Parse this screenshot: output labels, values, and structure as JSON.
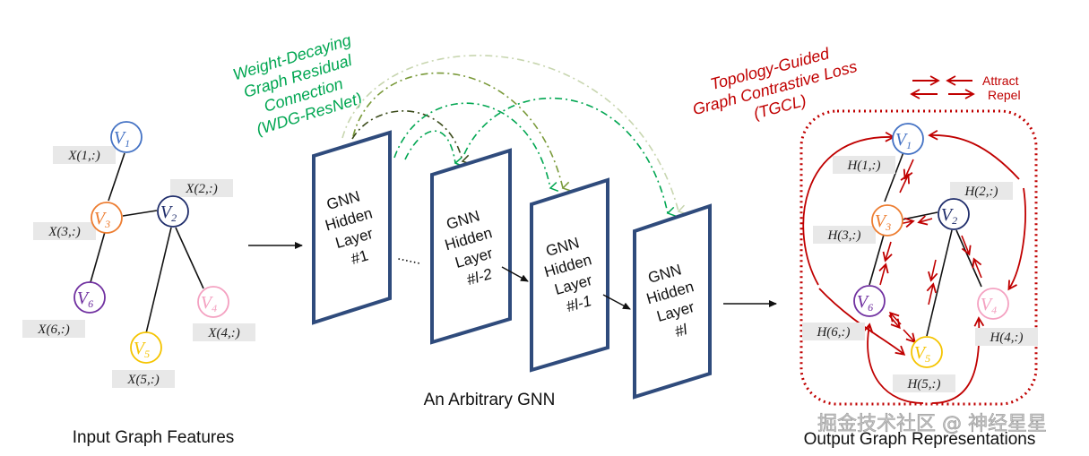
{
  "colors": {
    "v1": "#4472c4",
    "v2": "#1f2d6b",
    "v3": "#ed7d31",
    "v4": "#f4a1c1",
    "v5": "#f5c400",
    "v6": "#7030a0",
    "layer_border": "#2f4b7c",
    "residual_green": "#00a651",
    "residual_olive": "#7a9a3a",
    "residual_dark": "#3a4a1a",
    "residual_light": "#c8d6b0",
    "tgcl_red": "#c00000",
    "feature_box": "#e8e8e8"
  },
  "input_graph": {
    "caption": "Input Graph Features",
    "nodes": [
      {
        "id": "V1",
        "base": "V",
        "sub": "1",
        "feature": "X(1,:)"
      },
      {
        "id": "V2",
        "base": "V",
        "sub": "2",
        "feature": "X(2,:)"
      },
      {
        "id": "V3",
        "base": "V",
        "sub": "3",
        "feature": "X(3,:)"
      },
      {
        "id": "V4",
        "base": "V",
        "sub": "4",
        "feature": "X(4,:)"
      },
      {
        "id": "V5",
        "base": "V",
        "sub": "5",
        "feature": "X(5,:)"
      },
      {
        "id": "V6",
        "base": "V",
        "sub": "6",
        "feature": "X(6,:)"
      }
    ],
    "edges": [
      [
        "V1",
        "V3"
      ],
      [
        "V3",
        "V2"
      ],
      [
        "V3",
        "V6"
      ],
      [
        "V2",
        "V5"
      ],
      [
        "V2",
        "V4"
      ]
    ]
  },
  "gnn": {
    "caption": "An Arbitrary GNN",
    "ellipsis": "......",
    "layers": [
      {
        "line1": "GNN",
        "line2": "Hidden",
        "line3": "Layer",
        "line4": "#1"
      },
      {
        "line1": "GNN",
        "line2": "Hidden",
        "line3": "Layer",
        "line4": "#l-2"
      },
      {
        "line1": "GNN",
        "line2": "Hidden",
        "line3": "Layer",
        "line4": "#l-1"
      },
      {
        "line1": "GNN",
        "line2": "Hidden",
        "line3": "Layer",
        "line4": "#l"
      }
    ]
  },
  "wdg_resnet": {
    "lines": [
      "Weight-Decaying",
      "Graph Residual",
      "Connection",
      "(WDG-ResNet)"
    ]
  },
  "tgcl": {
    "lines": [
      "Topology-Guided",
      "Graph Contrastive Loss",
      "(TGCL)"
    ],
    "legend": {
      "attract": "Attract",
      "repel": "Repel"
    }
  },
  "output_graph": {
    "caption": "Output Graph Representations",
    "nodes": [
      {
        "id": "V1",
        "base": "V",
        "sub": "1",
        "feature": "H(1,:)"
      },
      {
        "id": "V2",
        "base": "V",
        "sub": "2",
        "feature": "H(2,:)"
      },
      {
        "id": "V3",
        "base": "V",
        "sub": "3",
        "feature": "H(3,:)"
      },
      {
        "id": "V4",
        "base": "V",
        "sub": "4",
        "feature": "H(4,:)"
      },
      {
        "id": "V5",
        "base": "V",
        "sub": "5",
        "feature": "H(5,:)"
      },
      {
        "id": "V6",
        "base": "V",
        "sub": "6",
        "feature": "H(6,:)"
      }
    ]
  },
  "watermark": "掘金技术社区 @ 神经星星"
}
